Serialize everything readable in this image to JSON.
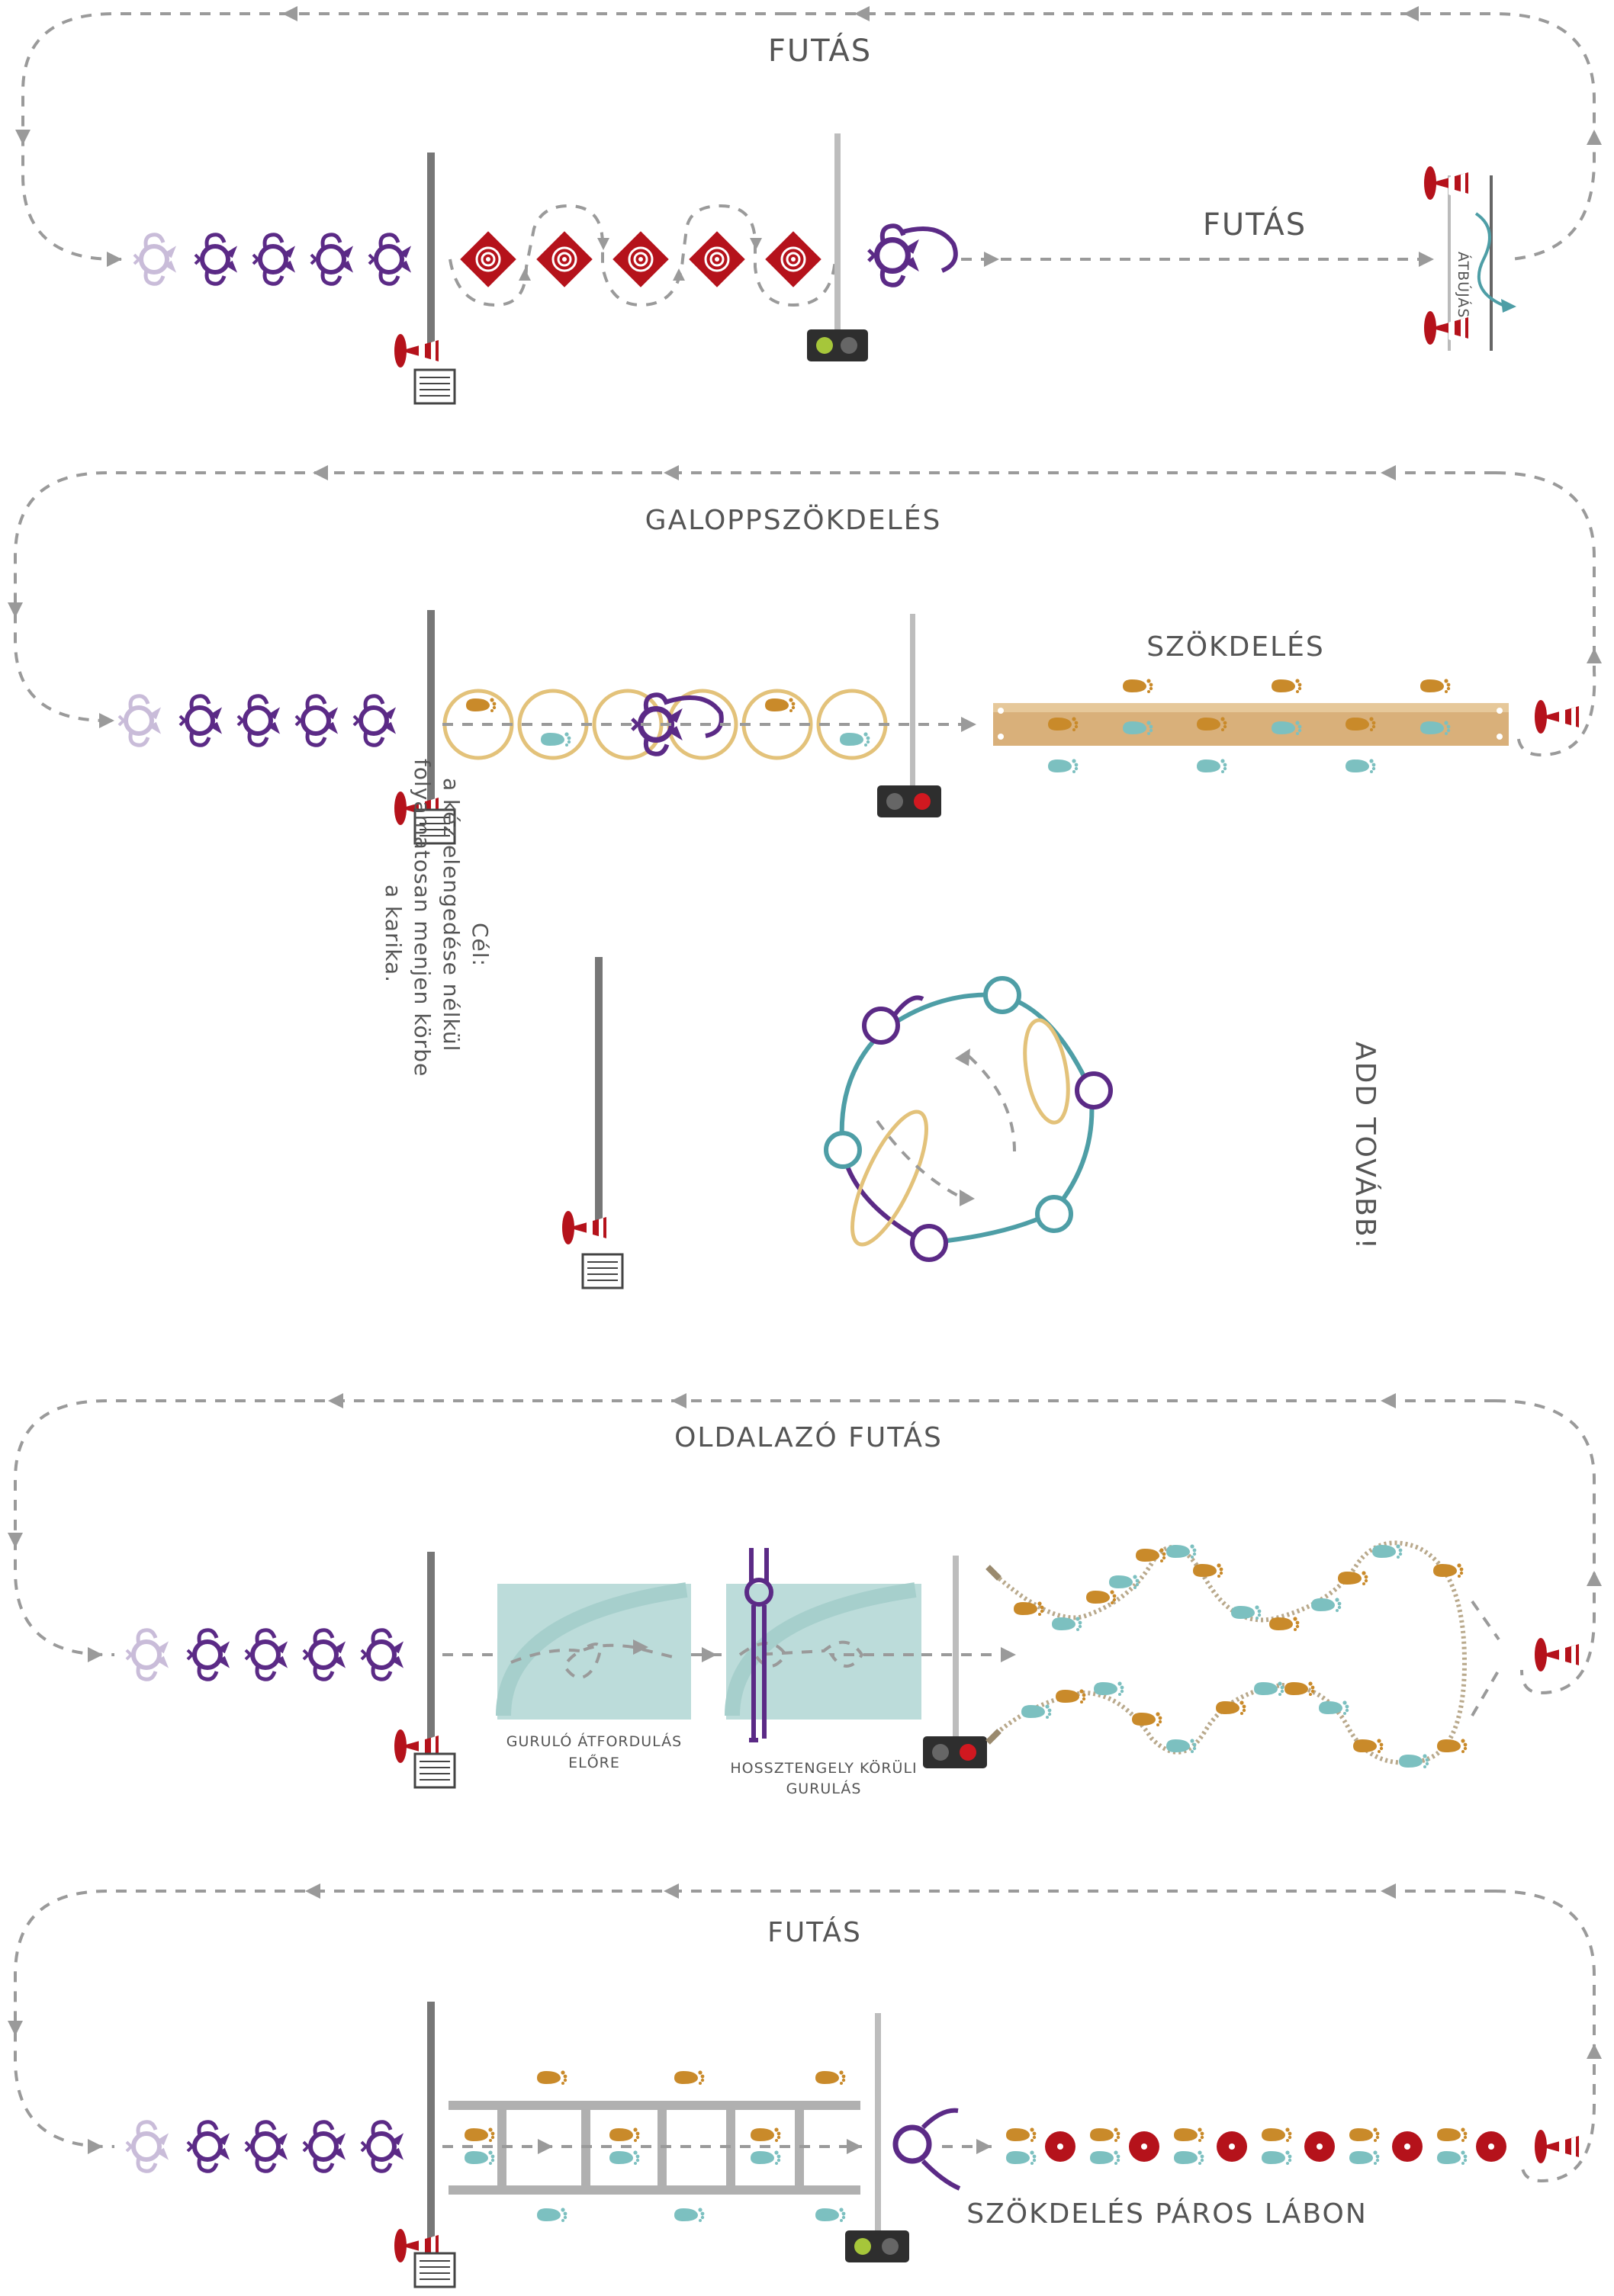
{
  "colors": {
    "path": "#9a9a9a",
    "kid": "#5b2a86",
    "kid_faded": "#c9bcd9",
    "partner": "#4e9ea6",
    "cone_red": "#b5121b",
    "hoop": "#e3c27a",
    "foot_orange": "#c98a2a",
    "foot_teal": "#7cc0c0",
    "bench": "#d9b07a",
    "mat": "#bcdcda",
    "ladder": "#b0b0b0",
    "rope": "#b9a98c",
    "light_green": "#a6c63a",
    "light_red": "#d11820",
    "signal_box": "#2e2e2e"
  },
  "station1": {
    "top_label": "FUTÁS",
    "mid_label": "FUTÁS",
    "gate_label": "ÁTBÚJÁS",
    "signal": "green"
  },
  "station2": {
    "top_label": "GALOPPSZÖKDELÉS",
    "bench_label": "SZÖKDELÉS",
    "signal": "red"
  },
  "station3": {
    "goal_title": "Cél:",
    "goal_lines": [
      "a kéz elengedése nélkül",
      "folyamatosan menjen körbe",
      "a karika."
    ],
    "side_label": "ADD TOVÁBB!"
  },
  "station4": {
    "top_label": "OLDALAZÓ FUTÁS",
    "mat1_label_lines": [
      "GURULÓ ÁTFORDULÁS",
      "ELŐRE"
    ],
    "mat2_label_lines": [
      "HOSSZTENGELY KÖRÜLI",
      "GURULÁS"
    ],
    "signal": "red"
  },
  "station5": {
    "top_label": "FUTÁS",
    "bottom_label": "SZÖKDELÉS PÁROS LÁBON",
    "signal": "green"
  }
}
